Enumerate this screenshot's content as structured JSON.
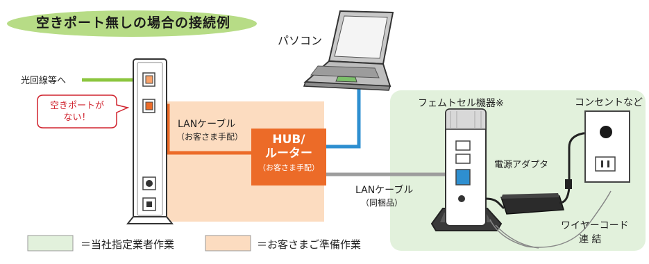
{
  "title": "空きポート無しの場合の接続例",
  "labels": {
    "pc": "パソコン",
    "fiber": "光回線等へ",
    "no_port_line1": "空きポートが",
    "no_port_line2": "ない！",
    "lan_cable_1": "LANケーブル",
    "lan_cable_1_sub": "（お客さま手配）",
    "hub_line1": "HUB/",
    "hub_line2": "ルーター",
    "hub_sub": "（お客さま手配）",
    "lan_cable_2": "LANケーブル",
    "lan_cable_2_sub": "（同梱品）",
    "femtocell": "フェムトセル機器※",
    "outlet": "コンセントなど",
    "power_adapter": "電源アダプタ",
    "wire_cord": "ワイヤーコード",
    "connection": "連 結"
  },
  "legend": {
    "green_label": "＝当社指定業者作業",
    "orange_label": "＝お客さまご準備作業"
  },
  "colors": {
    "green_zone": "#e2f1dc",
    "orange_zone": "#fcdcc0",
    "hub": "#ec6b28",
    "lan_orange": "#ec6b28",
    "lan_blue": "#2e8fd0",
    "lan_gray": "#9d9d9d",
    "fiber_green": "#8cc63f",
    "callout_red": "#d0232e"
  }
}
